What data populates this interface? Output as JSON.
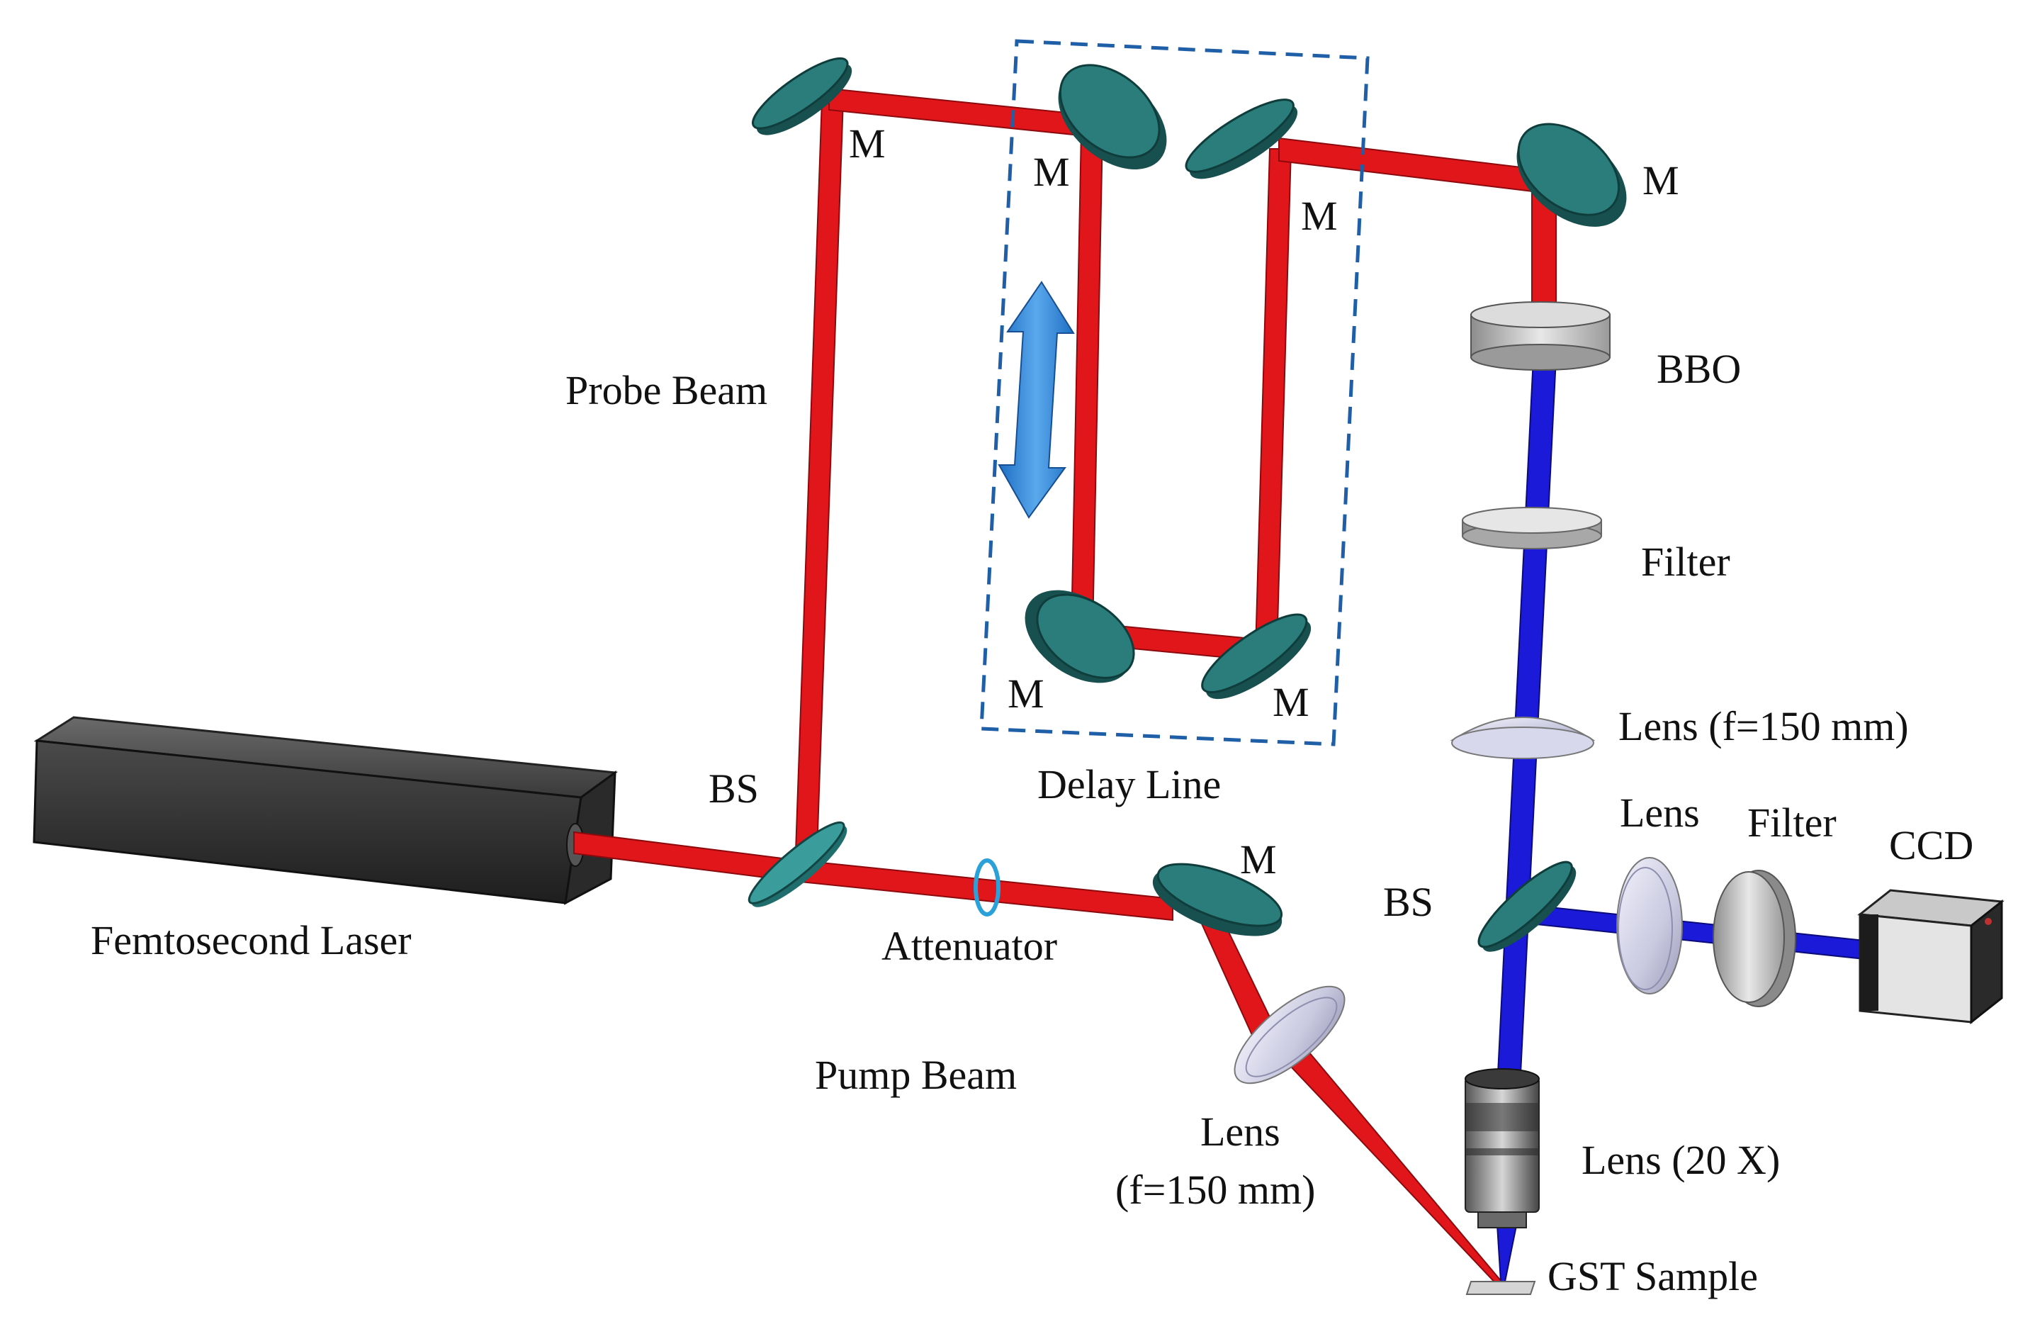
{
  "labels": {
    "mirror": "M",
    "probe_beam": "Probe Beam",
    "pump_beam": "Pump Beam",
    "delay_line": "Delay Line",
    "bs": "BS",
    "femtosecond_laser": "Femtosecond Laser",
    "attenuator": "Attenuator",
    "bbo": "BBO",
    "filter": "Filter",
    "lens_150": "Lens (f=150 mm)",
    "lens": "Lens",
    "pump_lens_line1": "Lens",
    "pump_lens_line2": "(f=150 mm)",
    "ccd": "CCD",
    "objective": "Lens (20 X)",
    "sample": "GST Sample"
  },
  "colors": {
    "probe_pump_beam": "#e0161b",
    "shg_beam": "#1a1ad8",
    "mirror": "#1f6b6b",
    "delay_arrow": "#2f86d6",
    "delay_box": "#1f5fa8"
  }
}
